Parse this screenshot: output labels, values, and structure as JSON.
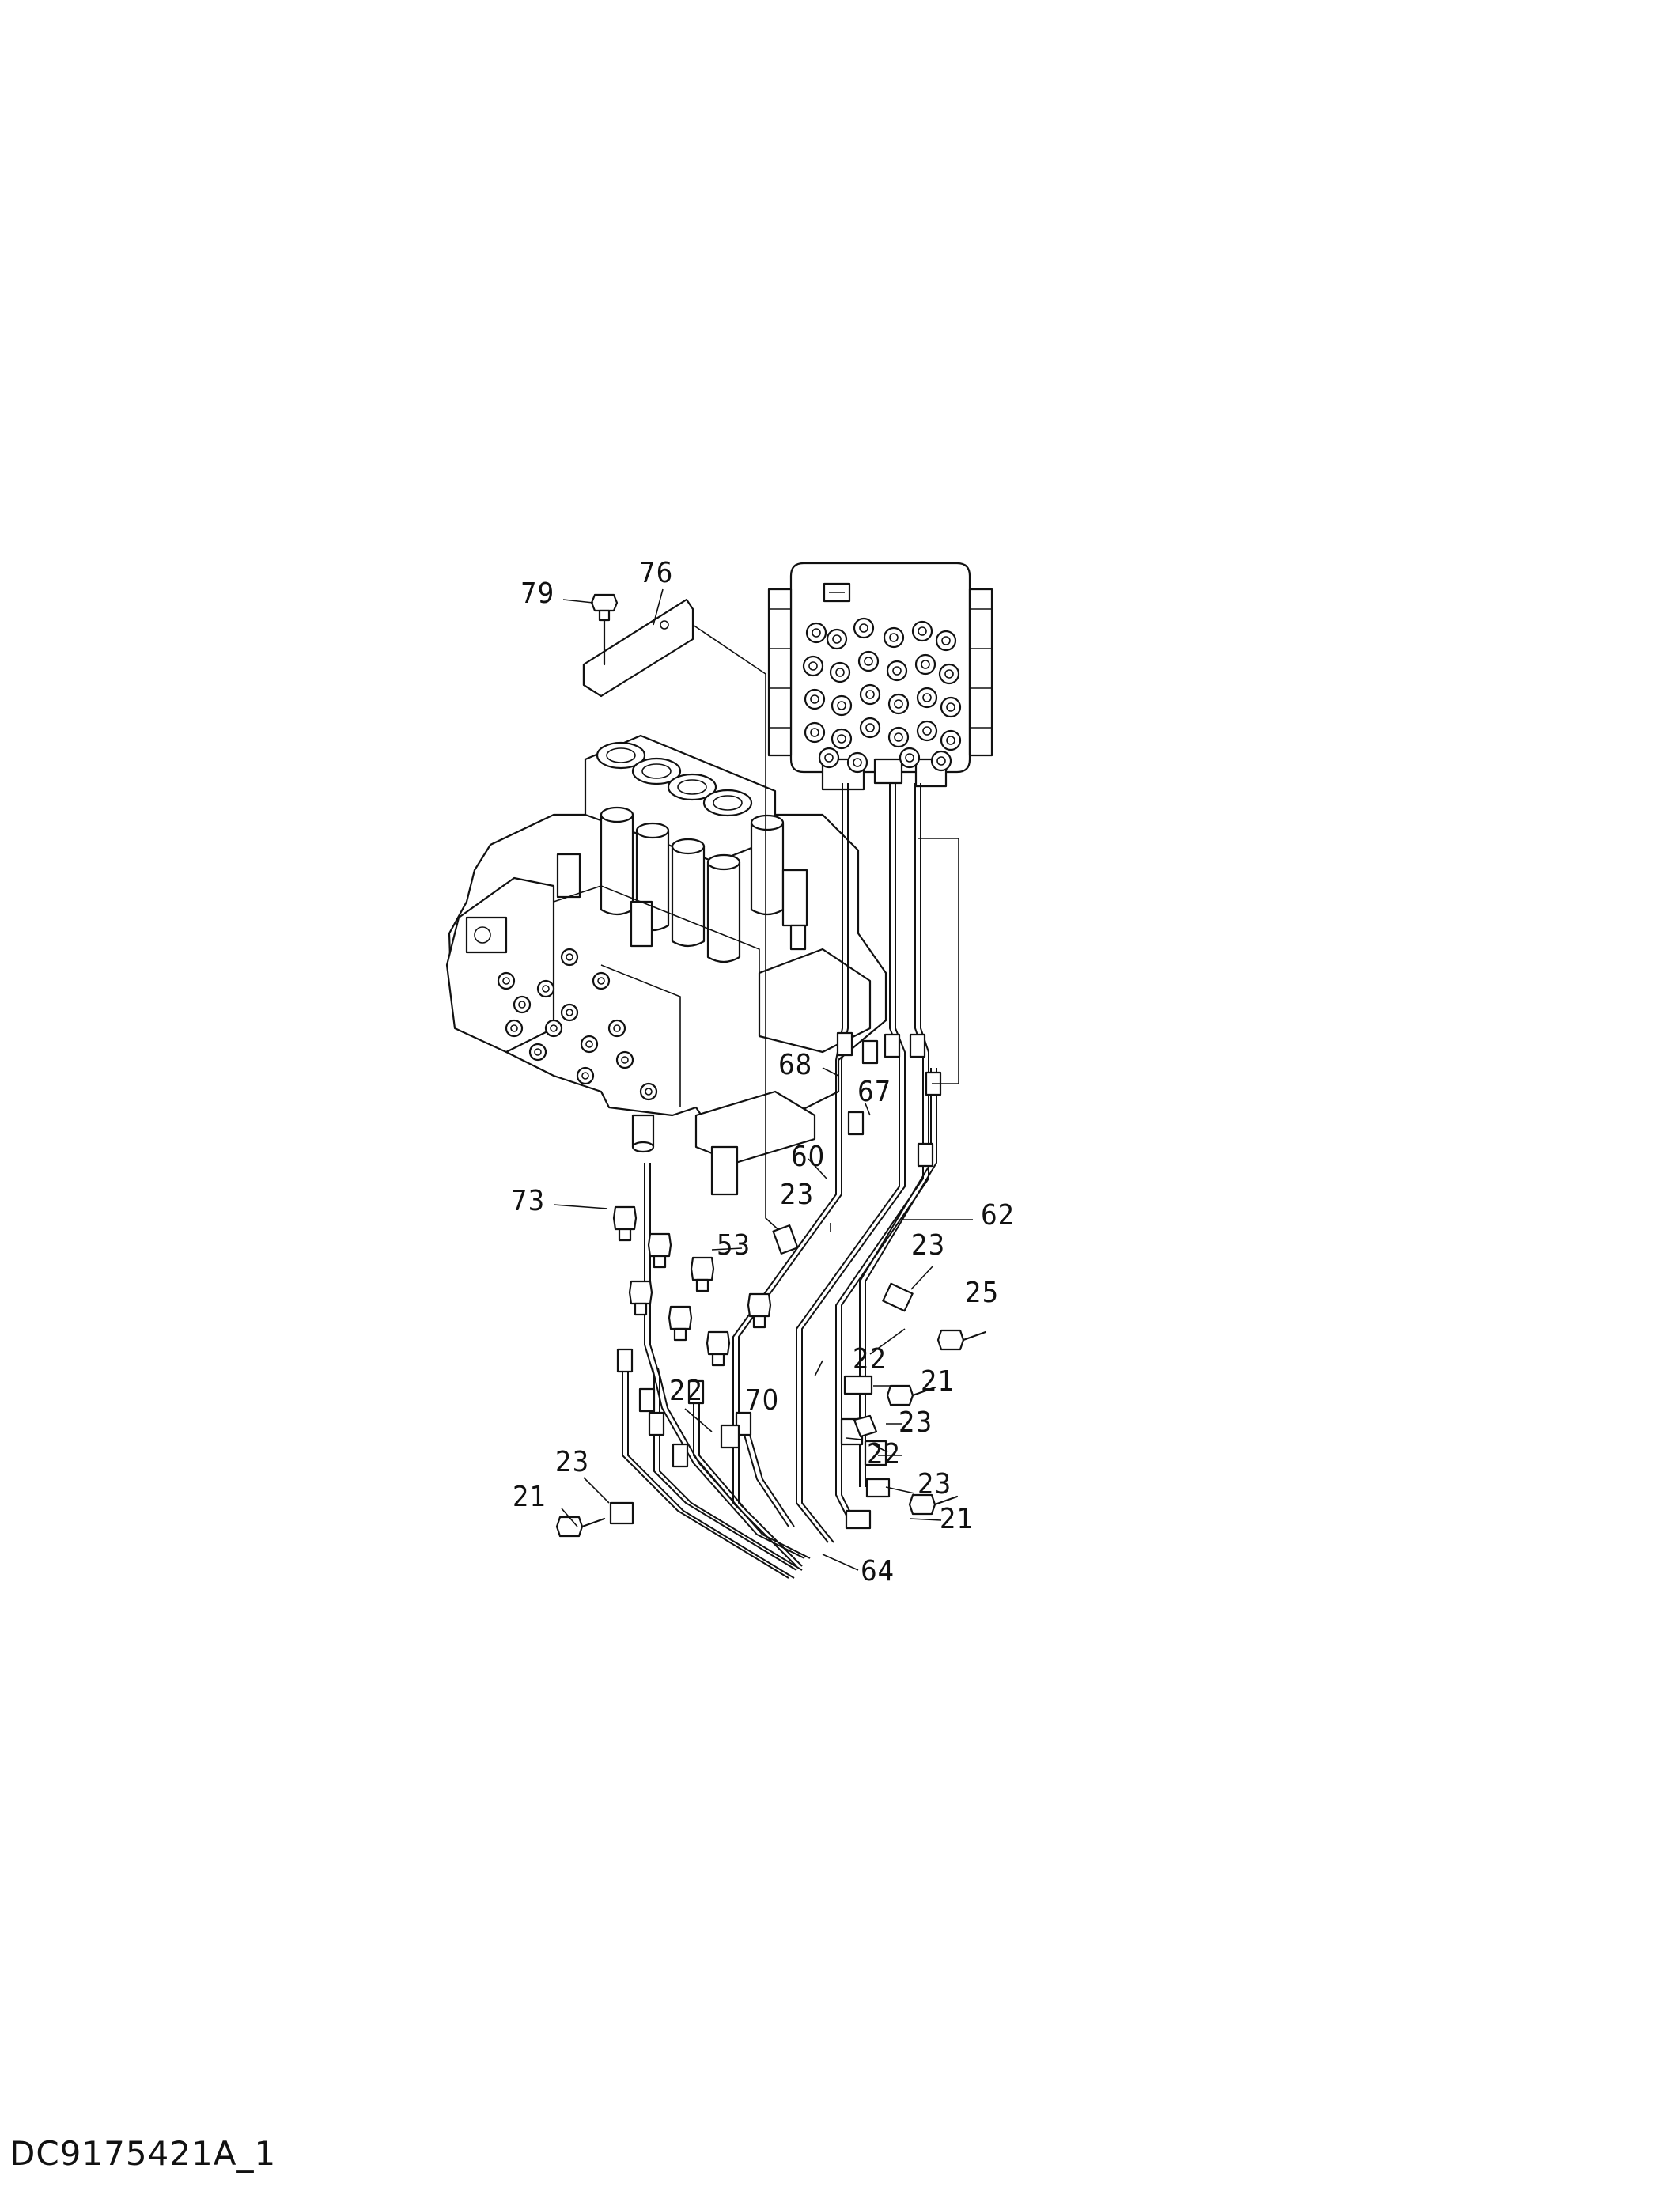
{
  "drawing_id": "DC9175421A_1",
  "callouts": [
    "79",
    "76",
    "68",
    "67",
    "60",
    "73",
    "23",
    "62",
    "53",
    "23",
    "25",
    "22",
    "21",
    "22",
    "70",
    "23",
    "22",
    "23",
    "23",
    "21",
    "21",
    "64"
  ]
}
